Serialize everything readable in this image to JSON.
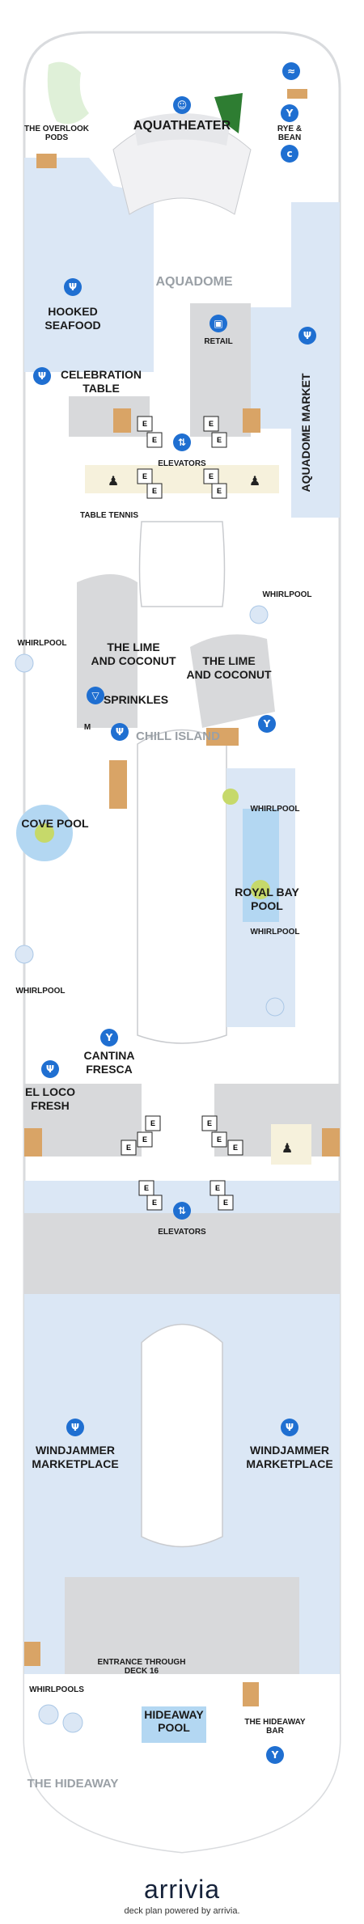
{
  "labels": {
    "overlook_pods": [
      "THE OVERLOOK",
      "PODS"
    ],
    "aquatheater": "AQUATHEATER",
    "rye_bean": [
      "RYE &",
      "BEAN"
    ],
    "aquadome": "AQUADOME",
    "hooked_seafood": [
      "HOOKED",
      "SEAFOOD"
    ],
    "retail": "RETAIL",
    "celebration_table": [
      "CELEBRATION",
      "TABLE"
    ],
    "aquadome_market": "AQUADOME MARKET",
    "elevators_fwd": "ELEVATORS",
    "table_tennis": "TABLE TENNIS",
    "whirlpool_1": "WHIRLPOOL",
    "whirlpool_2": "WHIRLPOOL",
    "lime_coconut_1": [
      "THE LIME",
      "AND COCONUT"
    ],
    "sprinkles": "SPRINKLES",
    "lime_coconut_2": [
      "THE LIME",
      "AND COCONUT"
    ],
    "chill_island": "CHILL ISLAND",
    "cove_pool": "COVE POOL",
    "whirlpool_3": "WHIRLPOOL",
    "royal_bay_pool": [
      "ROYAL BAY",
      "POOL"
    ],
    "whirlpool_4": "WHIRLPOOL",
    "whirlpool_5": "WHIRLPOOL",
    "cantina_fresca": [
      "CANTINA",
      "FRESCA"
    ],
    "el_loco_fresh": [
      "EL LOCO",
      "FRESH"
    ],
    "elevators_aft": "ELEVATORS",
    "windjammer_1": [
      "WINDJAMMER",
      "MARKETPLACE"
    ],
    "windjammer_2": [
      "WINDJAMMER",
      "MARKETPLACE"
    ],
    "entrance_deck16": [
      "ENTRANCE THROUGH",
      "DECK 16"
    ],
    "whirlpools": "WHIRLPOOLS",
    "hideaway_pool": [
      "HIDEAWAY",
      "POOL"
    ],
    "hideaway_bar": [
      "THE HIDEAWAY",
      "BAR"
    ],
    "the_hideaway": "THE HIDEAWAY",
    "m_marker": "M",
    "elevator_e": "E"
  },
  "footer": {
    "brand": "arrivia",
    "tagline": "deck plan powered by arrivia."
  },
  "colors": {
    "deck_outline": "#d9dbde",
    "water_blue": "#dbe7f5",
    "pool_blue": "#b3d7f2",
    "grey_area": "#d8d9db",
    "icon_blue": "#1f6fd1",
    "wood": "#d9a466",
    "green": "#2e7d32",
    "cream": "#f6f1dc"
  }
}
